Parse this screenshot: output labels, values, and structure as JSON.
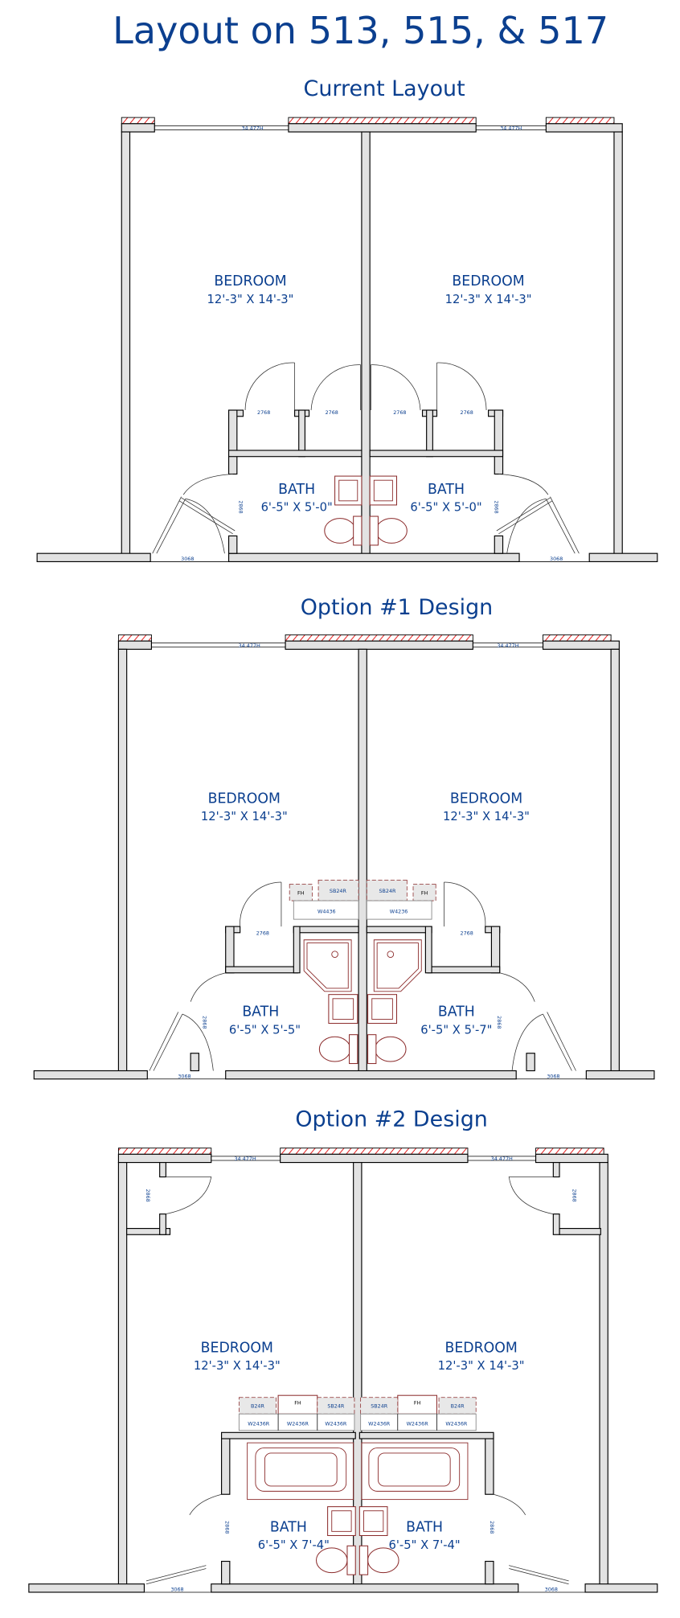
{
  "title": "Layout on 513, 515, & 517",
  "plans": [
    {
      "heading": "Current Layout",
      "windows": [
        "34 477H",
        "34 477H"
      ],
      "bedrooms": [
        {
          "name": "BEDROOM",
          "dim": "12'-3\" X 14'-3\""
        },
        {
          "name": "BEDROOM",
          "dim": "12'-3\" X 14'-3\""
        }
      ],
      "baths": [
        {
          "name": "BATH",
          "dim": "6'-5\" X 5'-0\""
        },
        {
          "name": "BATH",
          "dim": "6'-5\" X 5'-0\""
        }
      ],
      "closet_doors": [
        "2768",
        "2768",
        "2768",
        "2768"
      ],
      "bath_doors": [
        "2868",
        "2868"
      ],
      "entry_doors": [
        "3068",
        "3068"
      ]
    },
    {
      "heading": "Option #1 Design",
      "windows": [
        "34 477H",
        "34 477H"
      ],
      "bedrooms": [
        {
          "name": "BEDROOM",
          "dim": "12'-3\" X 14'-3\""
        },
        {
          "name": "BEDROOM",
          "dim": "12'-3\" X 14'-3\""
        }
      ],
      "baths": [
        {
          "name": "BATH",
          "dim": "6'-5\" X 5'-5\""
        },
        {
          "name": "BATH",
          "dim": "6'-5\" X 5'-7\""
        }
      ],
      "closet_doors": [
        "2768",
        "2768"
      ],
      "bath_doors": [
        "2868",
        "2868"
      ],
      "entry_doors": [
        "3068",
        "3068"
      ],
      "cabinets": [
        "FH",
        "SB24R",
        "SB24R",
        "FH",
        "W4436",
        "W4236"
      ]
    },
    {
      "heading": "Option #2 Design",
      "windows": [
        "34 477H",
        "34 477H"
      ],
      "bedrooms": [
        {
          "name": "BEDROOM",
          "dim": "12'-3\" X 14'-3\""
        },
        {
          "name": "BEDROOM",
          "dim": "12'-3\" X 14'-3\""
        }
      ],
      "baths": [
        {
          "name": "BATH",
          "dim": "6'-5\" X 7'-4\""
        },
        {
          "name": "BATH",
          "dim": "6'-5\" X 7'-4\""
        }
      ],
      "closet_doors": [
        "2868",
        "2868"
      ],
      "bath_doors": [
        "2868",
        "2868"
      ],
      "entry_doors": [
        "3068",
        "3068"
      ],
      "cabinets": [
        "B24R",
        "FH",
        "SB24R",
        "SB24R",
        "FH",
        "B24R"
      ],
      "wall_cabinets": [
        "W2436R",
        "W2436R",
        "W2436R",
        "W2436R",
        "W2436R",
        "W2436R"
      ]
    }
  ],
  "colors": {
    "text": "#0b3f8f",
    "fixture": "#8b2b2b",
    "hatch": "#e00000",
    "wall": "#e2e2e2"
  }
}
